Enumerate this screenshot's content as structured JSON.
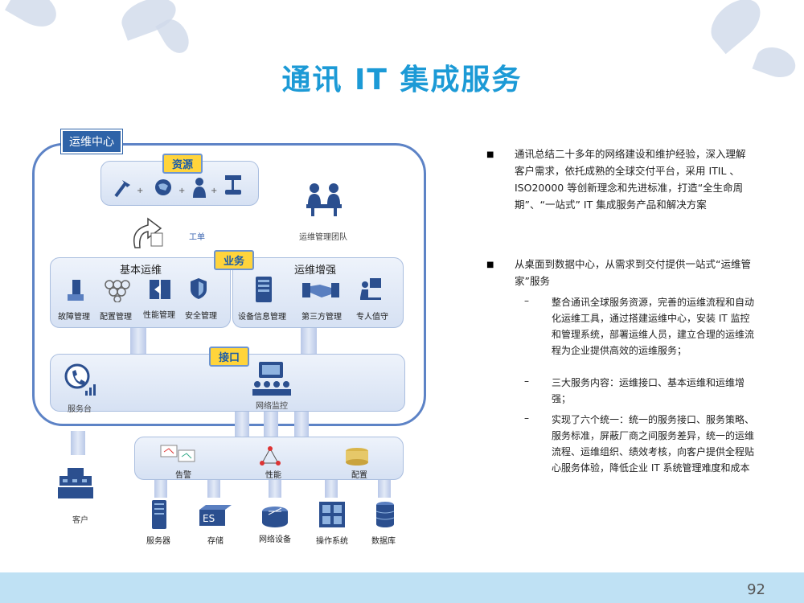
{
  "title": "通讯 IT 集成服务",
  "page_number": "92",
  "diagram": {
    "center_label": "运维中心",
    "resources_tag": "资源",
    "work_order": "工单",
    "team_label": "运维管理团队",
    "business_tag": "业务",
    "basic_ops": "基本运维",
    "ops_enhance": "运维增强",
    "basic_items": [
      "故障管理",
      "配置管理",
      "性能管理",
      "安全管理"
    ],
    "enhance_items": [
      "设备信息管理",
      "第三方管理",
      "专人值守"
    ],
    "interface_tag": "接口",
    "service_desk": "服务台",
    "network_monitor": "网络监控",
    "monitor_items": [
      "告警",
      "性能",
      "配置"
    ],
    "customer": "客户",
    "device_items": [
      "服务器",
      "存储",
      "网络设备",
      "操作系统",
      "数据库"
    ]
  },
  "bullets": [
    {
      "text": "通讯总结二十多年的网络建设和维护经验，深入理解客户需求，依托成熟的全球交付平台，采用 ITIL 、 ISO20000 等创新理念和先进标准，打造“全生命周期”、“一站式” IT 集成服务产品和解决方案"
    },
    {
      "text": "从桌面到数据中心，从需求到交付提供一站式“运维管家”服务",
      "sub": [
        "整合通讯全球服务资源，完善的运维流程和自动化运维工具，通过搭建运维中心，安装 IT 监控和管理系统，部署运维人员，建立合理的运维流程为企业提供高效的运维服务；",
        "三大服务内容：运维接口、基本运维和运维增强；",
        "实现了六个统一：统一的服务接口、服务策略、服务标准，屏蔽厂商之间服务差异，统一的运维流程、运维组织、绩效考核，向客户提供全程贴心服务体验，降低企业 IT 系统管理难度和成本"
      ]
    }
  ],
  "colors": {
    "title": "#1c9ad6",
    "frame": "#5d83c6",
    "tag": "#ffd43b",
    "footer": "#bfe1f4"
  }
}
